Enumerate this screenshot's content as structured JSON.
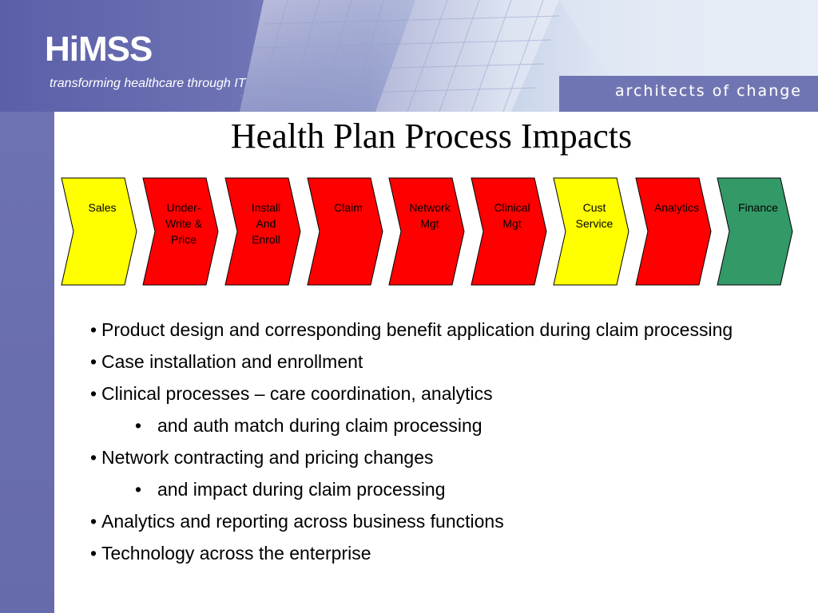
{
  "header": {
    "logo_text": "HiMSS",
    "tagline": "transforming healthcare through IT",
    "slogan": "architects of change"
  },
  "title": "Health Plan Process Impacts",
  "process": {
    "steps": [
      {
        "label": "Sales",
        "color": "#ffff00"
      },
      {
        "label": "Under-\nWrite &\nPrice",
        "color": "#ff0000"
      },
      {
        "label": "Install\nAnd\nEnroll",
        "color": "#ff0000"
      },
      {
        "label": "Claim",
        "color": "#ff0000"
      },
      {
        "label": "Network\nMgt",
        "color": "#ff0000"
      },
      {
        "label": "Clinical\nMgt",
        "color": "#ff0000"
      },
      {
        "label": "Cust\nService",
        "color": "#ffff00"
      },
      {
        "label": "Analytics",
        "color": "#ff0000"
      },
      {
        "label": "Finance",
        "color": "#339966"
      }
    ]
  },
  "bullets": [
    {
      "text": "Product design and corresponding benefit application during claim processing",
      "level": 1
    },
    {
      "text": "Case installation and enrollment",
      "level": 1
    },
    {
      "text": "Clinical processes – care coordination, analytics",
      "level": 1
    },
    {
      "text": "and auth match during claim processing",
      "level": 2
    },
    {
      "text": "Network contracting and pricing changes",
      "level": 1
    },
    {
      "text": "and impact during claim processing",
      "level": 2
    },
    {
      "text": "Analytics and reporting across business functions",
      "level": 1
    },
    {
      "text": "Technology across the enterprise",
      "level": 1
    }
  ]
}
